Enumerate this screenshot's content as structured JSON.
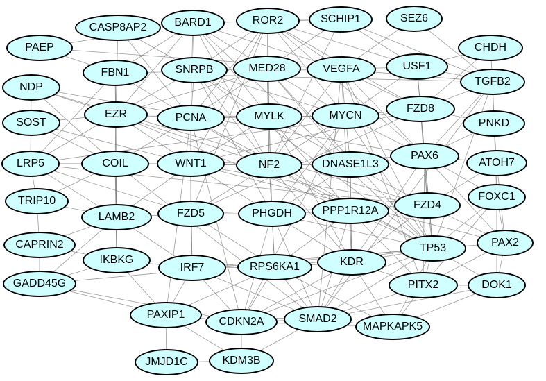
{
  "network": {
    "nodes": [
      {
        "id": "CASP8AP2",
        "label": "CASP8AP2"
      },
      {
        "id": "BARD1",
        "label": "BARD1"
      },
      {
        "id": "ROR2",
        "label": "ROR2"
      },
      {
        "id": "SCHIP1",
        "label": "SCHIP1"
      },
      {
        "id": "SEZ6",
        "label": "SEZ6"
      },
      {
        "id": "PAEP",
        "label": "PAEP"
      },
      {
        "id": "CHDH",
        "label": "CHDH"
      },
      {
        "id": "FBN1",
        "label": "FBN1"
      },
      {
        "id": "SNRPB",
        "label": "SNRPB"
      },
      {
        "id": "MED28",
        "label": "MED28"
      },
      {
        "id": "VEGFA",
        "label": "VEGFA"
      },
      {
        "id": "USF1",
        "label": "USF1"
      },
      {
        "id": "NDP",
        "label": "NDP"
      },
      {
        "id": "TGFB2",
        "label": "TGFB2"
      },
      {
        "id": "EZR",
        "label": "EZR"
      },
      {
        "id": "PCNA",
        "label": "PCNA"
      },
      {
        "id": "MYLK",
        "label": "MYLK"
      },
      {
        "id": "MYCN",
        "label": "MYCN"
      },
      {
        "id": "FZD8",
        "label": "FZD8"
      },
      {
        "id": "SOST",
        "label": "SOST"
      },
      {
        "id": "PNKD",
        "label": "PNKD"
      },
      {
        "id": "LRP5",
        "label": "LRP5"
      },
      {
        "id": "COIL",
        "label": "COIL"
      },
      {
        "id": "WNT1",
        "label": "WNT1"
      },
      {
        "id": "NF2",
        "label": "NF2"
      },
      {
        "id": "DNASE1L3",
        "label": "DNASE1L3"
      },
      {
        "id": "PAX6",
        "label": "PAX6"
      },
      {
        "id": "ATOH7",
        "label": "ATOH7"
      },
      {
        "id": "TRIP10",
        "label": "TRIP10"
      },
      {
        "id": "FOXC1",
        "label": "FOXC1"
      },
      {
        "id": "LAMB2",
        "label": "LAMB2"
      },
      {
        "id": "FZD5",
        "label": "FZD5"
      },
      {
        "id": "PHGDH",
        "label": "PHGDH"
      },
      {
        "id": "PPP1R12A",
        "label": "PPP1R12A"
      },
      {
        "id": "FZD4",
        "label": "FZD4"
      },
      {
        "id": "CAPRIN2",
        "label": "CAPRIN2"
      },
      {
        "id": "PAX2",
        "label": "PAX2"
      },
      {
        "id": "TP53",
        "label": "TP53"
      },
      {
        "id": "IKBKG",
        "label": "IKBKG"
      },
      {
        "id": "IRF7",
        "label": "IRF7"
      },
      {
        "id": "RPS6KA1",
        "label": "RPS6KA1"
      },
      {
        "id": "KDR",
        "label": "KDR"
      },
      {
        "id": "GADD45G",
        "label": "GADD45G"
      },
      {
        "id": "PITX2",
        "label": "PITX2"
      },
      {
        "id": "DOK1",
        "label": "DOK1"
      },
      {
        "id": "PAXIP1",
        "label": "PAXIP1"
      },
      {
        "id": "CDKN2A",
        "label": "CDKN2A"
      },
      {
        "id": "SMAD2",
        "label": "SMAD2"
      },
      {
        "id": "MAPKAPK5",
        "label": "MAPKAPK5"
      },
      {
        "id": "JMJD1C",
        "label": "JMJD1C"
      },
      {
        "id": "KDM3B",
        "label": "KDM3B"
      }
    ],
    "edges": [
      [
        "BARD1",
        "ROR2"
      ],
      [
        "BARD1",
        "SNRPB"
      ],
      [
        "BARD1",
        "MED28"
      ],
      [
        "BARD1",
        "PCNA"
      ],
      [
        "BARD1",
        "MYLK"
      ],
      [
        "BARD1",
        "NF2"
      ],
      [
        "BARD1",
        "TP53"
      ],
      [
        "BARD1",
        "VEGFA"
      ],
      [
        "BARD1",
        "FBN1"
      ],
      [
        "BARD1",
        "EZR"
      ],
      [
        "BARD1",
        "SCHIP1"
      ],
      [
        "ROR2",
        "SNRPB"
      ],
      [
        "ROR2",
        "MED28"
      ],
      [
        "ROR2",
        "WNT1"
      ],
      [
        "ROR2",
        "FZD8"
      ],
      [
        "ROR2",
        "VEGFA"
      ],
      [
        "ROR2",
        "MYLK"
      ],
      [
        "ROR2",
        "PCNA"
      ],
      [
        "ROR2",
        "MYCN"
      ],
      [
        "ROR2",
        "FZD5"
      ],
      [
        "ROR2",
        "SCHIP1"
      ],
      [
        "ROR2",
        "USF1"
      ],
      [
        "ROR2",
        "PAX6"
      ],
      [
        "SCHIP1",
        "VEGFA"
      ],
      [
        "SCHIP1",
        "MED28"
      ],
      [
        "SCHIP1",
        "NF2"
      ],
      [
        "SCHIP1",
        "USF1"
      ],
      [
        "SCHIP1",
        "TGFB2"
      ],
      [
        "SEZ6",
        "TGFB2"
      ],
      [
        "SEZ6",
        "VEGFA"
      ],
      [
        "CASP8AP2",
        "BARD1"
      ],
      [
        "CASP8AP2",
        "PCNA"
      ],
      [
        "CASP8AP2",
        "EZR"
      ],
      [
        "CASP8AP2",
        "SNRPB"
      ],
      [
        "PAEP",
        "FBN1"
      ],
      [
        "PAEP",
        "VEGFA"
      ],
      [
        "PAEP",
        "BARD1"
      ],
      [
        "CHDH",
        "TGFB2"
      ],
      [
        "CHDH",
        "FZD8"
      ],
      [
        "CHDH",
        "USF1"
      ],
      [
        "FBN1",
        "EZR"
      ],
      [
        "FBN1",
        "TGFB2"
      ],
      [
        "FBN1",
        "LAMB2"
      ],
      [
        "FBN1",
        "VEGFA"
      ],
      [
        "FBN1",
        "PCNA"
      ],
      [
        "FBN1",
        "LRP5"
      ],
      [
        "SNRPB",
        "MED28"
      ],
      [
        "SNRPB",
        "PCNA"
      ],
      [
        "SNRPB",
        "MYLK"
      ],
      [
        "SNRPB",
        "NF2"
      ],
      [
        "SNRPB",
        "EZR"
      ],
      [
        "SNRPB",
        "TP53"
      ],
      [
        "SNRPB",
        "MYCN"
      ],
      [
        "SNRPB",
        "PHGDH"
      ],
      [
        "MED28",
        "VEGFA"
      ],
      [
        "MED28",
        "MYLK"
      ],
      [
        "MED28",
        "MYCN"
      ],
      [
        "MED28",
        "PCNA"
      ],
      [
        "MED28",
        "NF2"
      ],
      [
        "MED28",
        "DNASE1L3"
      ],
      [
        "MED28",
        "TP53"
      ],
      [
        "MED28",
        "EZR"
      ],
      [
        "VEGFA",
        "USF1"
      ],
      [
        "VEGFA",
        "TGFB2"
      ],
      [
        "VEGFA",
        "MYCN"
      ],
      [
        "VEGFA",
        "KDR"
      ],
      [
        "VEGFA",
        "TP53"
      ],
      [
        "VEGFA",
        "FZD8"
      ],
      [
        "VEGFA",
        "NF2"
      ],
      [
        "VEGFA",
        "PAX6"
      ],
      [
        "VEGFA",
        "SMAD2"
      ],
      [
        "VEGFA",
        "PITX2"
      ],
      [
        "USF1",
        "TGFB2"
      ],
      [
        "USF1",
        "MYCN"
      ],
      [
        "USF1",
        "FZD8"
      ],
      [
        "USF1",
        "TP53"
      ],
      [
        "NDP",
        "LRP5"
      ],
      [
        "NDP",
        "FZD4"
      ],
      [
        "NDP",
        "EZR"
      ],
      [
        "NDP",
        "COIL"
      ],
      [
        "NDP",
        "PAX6"
      ],
      [
        "TGFB2",
        "SMAD2"
      ],
      [
        "TGFB2",
        "FZD8"
      ],
      [
        "TGFB2",
        "PAX6"
      ],
      [
        "TGFB2",
        "PNKD"
      ],
      [
        "TGFB2",
        "TP53"
      ],
      [
        "TGFB2",
        "FOXC1"
      ],
      [
        "EZR",
        "PCNA"
      ],
      [
        "EZR",
        "NF2"
      ],
      [
        "EZR",
        "MYLK"
      ],
      [
        "EZR",
        "COIL"
      ],
      [
        "EZR",
        "LRP5"
      ],
      [
        "EZR",
        "WNT1"
      ],
      [
        "EZR",
        "IKBKG"
      ],
      [
        "EZR",
        "PPP1R12A"
      ],
      [
        "EZR",
        "SOST"
      ],
      [
        "PCNA",
        "MYLK"
      ],
      [
        "PCNA",
        "TP53"
      ],
      [
        "PCNA",
        "WNT1"
      ],
      [
        "PCNA",
        "NF2"
      ],
      [
        "PCNA",
        "CDKN2A"
      ],
      [
        "PCNA",
        "COIL"
      ],
      [
        "PCNA",
        "MYCN"
      ],
      [
        "PCNA",
        "PAXIP1"
      ],
      [
        "MYLK",
        "MYCN"
      ],
      [
        "MYLK",
        "PPP1R12A"
      ],
      [
        "MYLK",
        "NF2"
      ],
      [
        "MYLK",
        "KDR"
      ],
      [
        "MYLK",
        "WNT1"
      ],
      [
        "MYLK",
        "DNASE1L3"
      ],
      [
        "MYLK",
        "PHGDH"
      ],
      [
        "MYCN",
        "FZD8"
      ],
      [
        "MYCN",
        "TP53"
      ],
      [
        "MYCN",
        "DNASE1L3"
      ],
      [
        "MYCN",
        "NF2"
      ],
      [
        "MYCN",
        "PAX6"
      ],
      [
        "MYCN",
        "PHGDH"
      ],
      [
        "MYCN",
        "CDKN2A"
      ],
      [
        "FZD8",
        "PAX6"
      ],
      [
        "FZD8",
        "WNT1"
      ],
      [
        "FZD8",
        "FZD4"
      ],
      [
        "FZD8",
        "FZD5"
      ],
      [
        "FZD8",
        "LRP5"
      ],
      [
        "FZD8",
        "PNKD"
      ],
      [
        "SOST",
        "LRP5"
      ],
      [
        "SOST",
        "WNT1"
      ],
      [
        "SOST",
        "COIL"
      ],
      [
        "PNKD",
        "PAX6"
      ],
      [
        "PNKD",
        "ATOH7"
      ],
      [
        "LRP5",
        "WNT1"
      ],
      [
        "LRP5",
        "COIL"
      ],
      [
        "LRP5",
        "FZD5"
      ],
      [
        "LRP5",
        "FZD4"
      ],
      [
        "LRP5",
        "TRIP10"
      ],
      [
        "LRP5",
        "LAMB2"
      ],
      [
        "COIL",
        "WNT1"
      ],
      [
        "COIL",
        "NF2"
      ],
      [
        "COIL",
        "LAMB2"
      ],
      [
        "COIL",
        "IKBKG"
      ],
      [
        "COIL",
        "SMAD2"
      ],
      [
        "WNT1",
        "NF2"
      ],
      [
        "WNT1",
        "FZD5"
      ],
      [
        "WNT1",
        "FZD4"
      ],
      [
        "WNT1",
        "PAX6"
      ],
      [
        "WNT1",
        "PAX2"
      ],
      [
        "WNT1",
        "PHGDH"
      ],
      [
        "WNT1",
        "IRF7"
      ],
      [
        "WNT1",
        "DNASE1L3"
      ],
      [
        "NF2",
        "DNASE1L3"
      ],
      [
        "NF2",
        "PHGDH"
      ],
      [
        "NF2",
        "PPP1R12A"
      ],
      [
        "NF2",
        "KDR"
      ],
      [
        "NF2",
        "TP53"
      ],
      [
        "NF2",
        "RPS6KA1"
      ],
      [
        "NF2",
        "FZD5"
      ],
      [
        "DNASE1L3",
        "PAX6"
      ],
      [
        "DNASE1L3",
        "PPP1R12A"
      ],
      [
        "DNASE1L3",
        "KDR"
      ],
      [
        "DNASE1L3",
        "FZD4"
      ],
      [
        "DNASE1L3",
        "PHGDH"
      ],
      [
        "PAX6",
        "ATOH7"
      ],
      [
        "PAX6",
        "FOXC1"
      ],
      [
        "PAX6",
        "PAX2"
      ],
      [
        "PAX6",
        "FZD4"
      ],
      [
        "PAX6",
        "PITX2"
      ],
      [
        "PAX6",
        "TP53"
      ],
      [
        "PAX6",
        "KDR"
      ],
      [
        "ATOH7",
        "FOXC1"
      ],
      [
        "ATOH7",
        "PAX2"
      ],
      [
        "ATOH7",
        "FZD4"
      ],
      [
        "TRIP10",
        "LAMB2"
      ],
      [
        "TRIP10",
        "COIL"
      ],
      [
        "TRIP10",
        "CAPRIN2"
      ],
      [
        "FOXC1",
        "PITX2"
      ],
      [
        "FOXC1",
        "PAX2"
      ],
      [
        "FOXC1",
        "TP53"
      ],
      [
        "FOXC1",
        "DOK1"
      ],
      [
        "LAMB2",
        "FZD5"
      ],
      [
        "LAMB2",
        "IKBKG"
      ],
      [
        "LAMB2",
        "CAPRIN2"
      ],
      [
        "LAMB2",
        "GADD45G"
      ],
      [
        "LAMB2",
        "WNT1"
      ],
      [
        "LAMB2",
        "IRF7"
      ],
      [
        "FZD5",
        "PHGDH"
      ],
      [
        "FZD5",
        "IRF7"
      ],
      [
        "FZD5",
        "FZD4"
      ],
      [
        "FZD5",
        "RPS6KA1"
      ],
      [
        "PHGDH",
        "PPP1R12A"
      ],
      [
        "PHGDH",
        "KDR"
      ],
      [
        "PHGDH",
        "RPS6KA1"
      ],
      [
        "PHGDH",
        "TP53"
      ],
      [
        "PHGDH",
        "SMAD2"
      ],
      [
        "PHGDH",
        "CDKN2A"
      ],
      [
        "PPP1R12A",
        "KDR"
      ],
      [
        "PPP1R12A",
        "FZD4"
      ],
      [
        "PPP1R12A",
        "TP53"
      ],
      [
        "PPP1R12A",
        "RPS6KA1"
      ],
      [
        "PPP1R12A",
        "SMAD2"
      ],
      [
        "PPP1R12A",
        "PITX2"
      ],
      [
        "FZD4",
        "TP53"
      ],
      [
        "FZD4",
        "PAX2"
      ],
      [
        "FZD4",
        "KDR"
      ],
      [
        "CAPRIN2",
        "GADD45G"
      ],
      [
        "CAPRIN2",
        "IKBKG"
      ],
      [
        "PAX2",
        "TP53"
      ],
      [
        "PAX2",
        "PITX2"
      ],
      [
        "PAX2",
        "DOK1"
      ],
      [
        "TP53",
        "KDR"
      ],
      [
        "TP53",
        "PITX2"
      ],
      [
        "TP53",
        "SMAD2"
      ],
      [
        "TP53",
        "DOK1"
      ],
      [
        "TP53",
        "CDKN2A"
      ],
      [
        "TP53",
        "MAPKAPK5"
      ],
      [
        "TP53",
        "RPS6KA1"
      ],
      [
        "TP53",
        "IRF7"
      ],
      [
        "TP53",
        "GADD45G"
      ],
      [
        "IKBKG",
        "IRF7"
      ],
      [
        "IKBKG",
        "GADD45G"
      ],
      [
        "IKBKG",
        "PAXIP1"
      ],
      [
        "IKBKG",
        "RPS6KA1"
      ],
      [
        "IRF7",
        "RPS6KA1"
      ],
      [
        "IRF7",
        "PAXIP1"
      ],
      [
        "IRF7",
        "CDKN2A"
      ],
      [
        "IRF7",
        "SMAD2"
      ],
      [
        "RPS6KA1",
        "KDR"
      ],
      [
        "RPS6KA1",
        "SMAD2"
      ],
      [
        "RPS6KA1",
        "CDKN2A"
      ],
      [
        "RPS6KA1",
        "MAPKAPK5"
      ],
      [
        "RPS6KA1",
        "PAXIP1"
      ],
      [
        "KDR",
        "SMAD2"
      ],
      [
        "KDR",
        "PITX2"
      ],
      [
        "KDR",
        "MAPKAPK5"
      ],
      [
        "KDR",
        "CDKN2A"
      ],
      [
        "GADD45G",
        "PAXIP1"
      ],
      [
        "GADD45G",
        "CDKN2A"
      ],
      [
        "PITX2",
        "DOK1"
      ],
      [
        "PITX2",
        "SMAD2"
      ],
      [
        "PITX2",
        "MAPKAPK5"
      ],
      [
        "DOK1",
        "MAPKAPK5"
      ],
      [
        "DOK1",
        "SMAD2"
      ],
      [
        "PAXIP1",
        "CDKN2A"
      ],
      [
        "PAXIP1",
        "SMAD2"
      ],
      [
        "PAXIP1",
        "KDM3B"
      ],
      [
        "PAXIP1",
        "JMJD1C"
      ],
      [
        "CDKN2A",
        "SMAD2"
      ],
      [
        "CDKN2A",
        "KDM3B"
      ],
      [
        "CDKN2A",
        "MAPKAPK5"
      ],
      [
        "SMAD2",
        "MAPKAPK5"
      ],
      [
        "SMAD2",
        "KDM3B"
      ],
      [
        "JMJD1C",
        "KDM3B"
      ]
    ]
  }
}
